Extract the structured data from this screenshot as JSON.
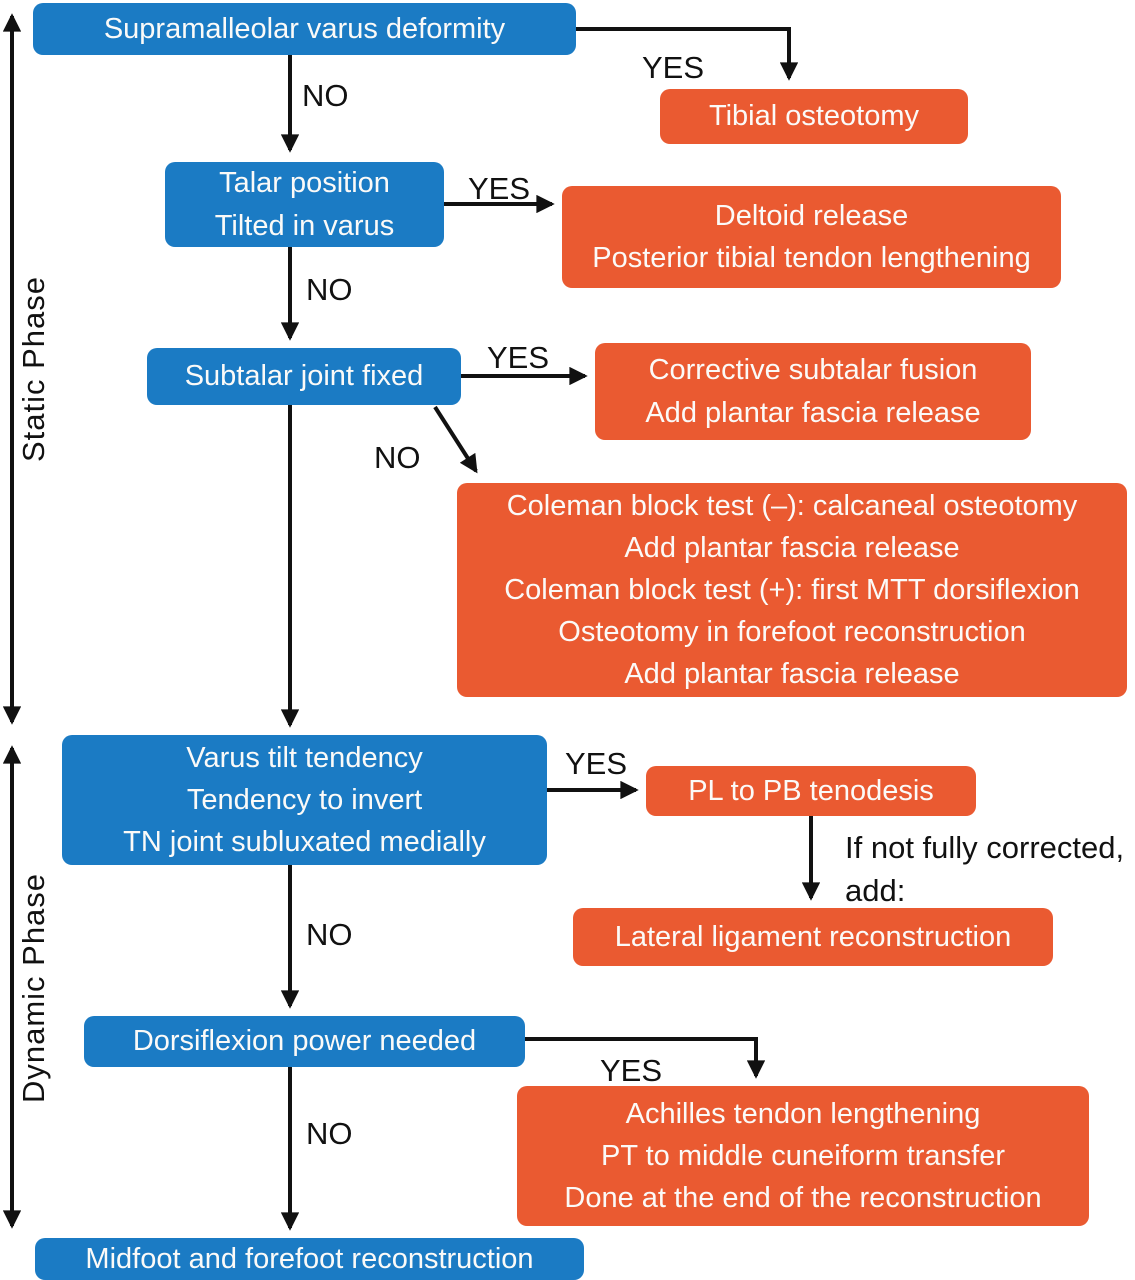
{
  "diagram": {
    "kind": "clinical-decision-flowchart",
    "colors": {
      "decision_box_blue": "#1b7bc4",
      "action_box_orange": "#ea5a31",
      "arrow_black": "#111111",
      "box_text_white": "#fbfaf8"
    },
    "phases": {
      "static": "Static Phase",
      "dynamic": "Dynamic Phase"
    },
    "labels": {
      "yes": "YES",
      "no": "NO",
      "if_not_note_lines": [
        "If not fully corrected,",
        "add:"
      ]
    },
    "nodes": {
      "supramalleolar": {
        "type": "decision",
        "lines": [
          "Supramalleolar varus deformity"
        ]
      },
      "tibial": {
        "type": "action",
        "lines": [
          "Tibial osteotomy"
        ]
      },
      "talar": {
        "type": "decision",
        "lines": [
          "Talar position",
          "Tilted in varus"
        ]
      },
      "deltoid": {
        "type": "action",
        "lines": [
          "Deltoid release",
          "Posterior tibial tendon lengthening"
        ]
      },
      "subtalar": {
        "type": "decision",
        "lines": [
          "Subtalar joint fixed"
        ]
      },
      "corrective": {
        "type": "action",
        "lines": [
          "Corrective subtalar fusion",
          "Add plantar fascia release"
        ]
      },
      "coleman": {
        "type": "action",
        "lines": [
          "Coleman block test (–): calcaneal osteotomy",
          "Add plantar fascia release",
          "Coleman block test (+): first MTT dorsiflexion",
          "Osteotomy in forefoot reconstruction",
          "Add plantar fascia release"
        ]
      },
      "varus_tilt": {
        "type": "decision",
        "lines": [
          "Varus tilt tendency",
          "Tendency to invert",
          "TN joint subluxated medially"
        ]
      },
      "pl_pb": {
        "type": "action",
        "lines": [
          "PL to PB tenodesis"
        ]
      },
      "lateral": {
        "type": "action",
        "lines": [
          "Lateral ligament reconstruction"
        ]
      },
      "dorsiflexion": {
        "type": "decision",
        "lines": [
          "Dorsiflexion power needed"
        ]
      },
      "achilles": {
        "type": "action",
        "lines": [
          "Achilles tendon lengthening",
          "PT to middle cuneiform transfer",
          "Done at the end of the reconstruction"
        ]
      },
      "midfoot": {
        "type": "decision",
        "lines": [
          "Midfoot and forefoot reconstruction"
        ]
      }
    }
  }
}
